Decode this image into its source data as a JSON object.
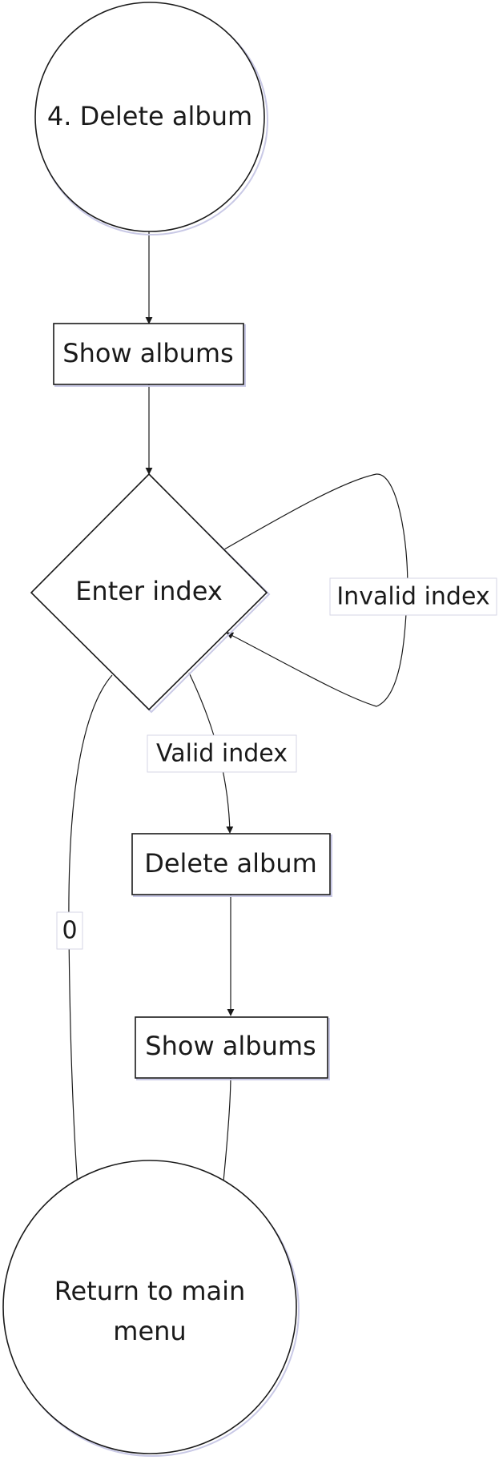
{
  "nodes": {
    "start": "4. Delete album",
    "show_albums_1": "Show albums",
    "enter_index": "Enter index",
    "delete_album": "Delete album",
    "show_albums_2": "Show albums",
    "return_line1": "Return to main",
    "return_line2": "menu"
  },
  "edges": {
    "invalid": "Invalid index",
    "valid": "Valid index",
    "zero": "0"
  }
}
